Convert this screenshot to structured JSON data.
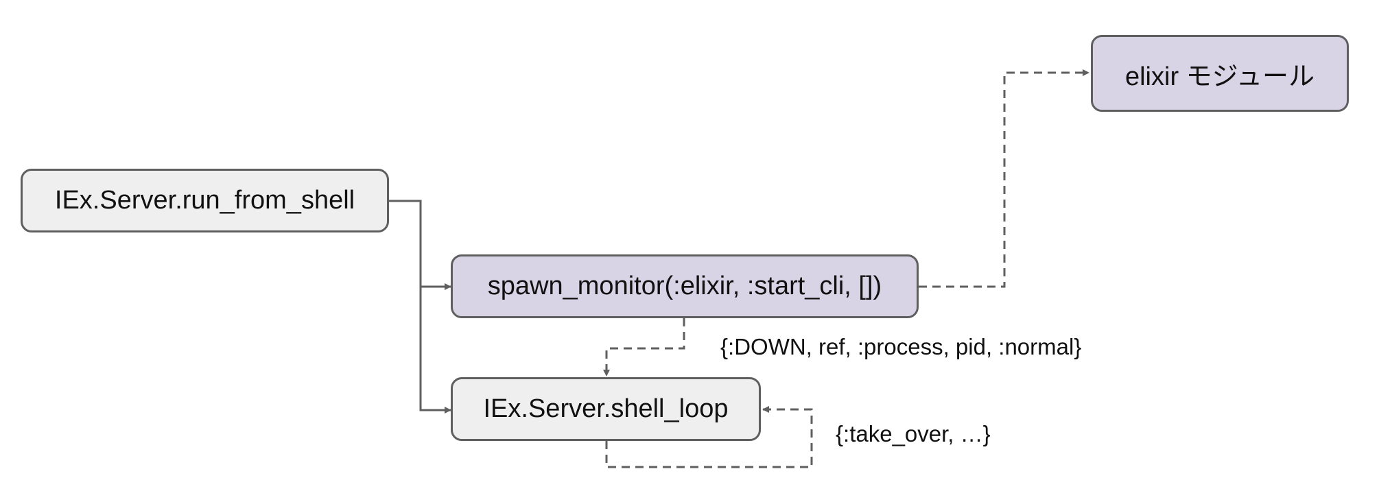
{
  "diagram": {
    "nodes": {
      "run_from_shell": {
        "label": "IEx.Server.run_from_shell"
      },
      "spawn_monitor": {
        "label": "spawn_monitor(:elixir, :start_cli, [])"
      },
      "shell_loop": {
        "label": "IEx.Server.shell_loop"
      },
      "elixir_module": {
        "label": "elixir モジュール"
      }
    },
    "edge_labels": {
      "down_message": "{:DOWN, ref, :process, pid, :normal}",
      "take_over_message": "{:take_over, …}"
    },
    "colors": {
      "node_gray": "#efefef",
      "node_purple": "#d9d3e6",
      "border": "#5f5f5f",
      "line": "#5f5f5f"
    }
  }
}
